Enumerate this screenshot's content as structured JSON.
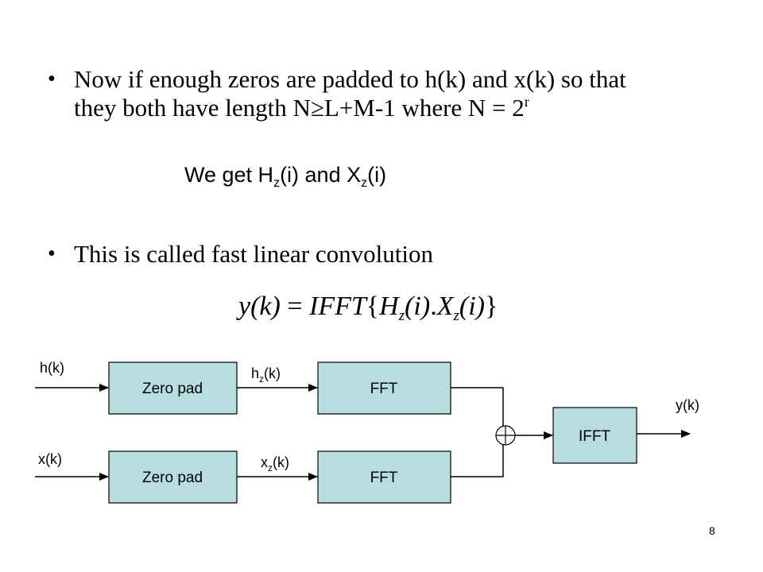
{
  "bullets": {
    "first": {
      "line1": "Now if enough zeros are padded to h(k) and x(k) so that",
      "line2": "they both have length N≥L+M-1 where N = 2",
      "superscript": "r"
    },
    "second": "This is called fast linear convolution"
  },
  "we_get": {
    "prefix": "We get H",
    "sub1": "z",
    "middle": "(i) and X",
    "sub2": "z",
    "suffix": "(i)"
  },
  "equation": {
    "lhs": "y(k)",
    "equals": " = ",
    "op": "IFFT",
    "open": "{",
    "h": "H",
    "h_sub": "z",
    "h_arg": "(i)",
    "dot": ".",
    "x": "X",
    "x_sub": "z",
    "x_arg": "(i)",
    "close": "}"
  },
  "diagram": {
    "inputs": {
      "h": "h(k)",
      "x": "x(k)"
    },
    "blocks": {
      "zero_pad_top": "Zero pad",
      "zero_pad_bottom": "Zero pad",
      "fft_top": "FFT",
      "fft_bottom": "FFT",
      "ifft": "IFFT"
    },
    "signals": {
      "hz_base": "h",
      "hz_sub": "z",
      "hz_arg": "(k)",
      "xz_base": "x",
      "xz_sub": "z",
      "xz_arg": "(k)"
    },
    "output": "y(k)"
  },
  "colors": {
    "block_fill": "#b7dde3",
    "stroke": "#000000"
  },
  "page_number": "8"
}
